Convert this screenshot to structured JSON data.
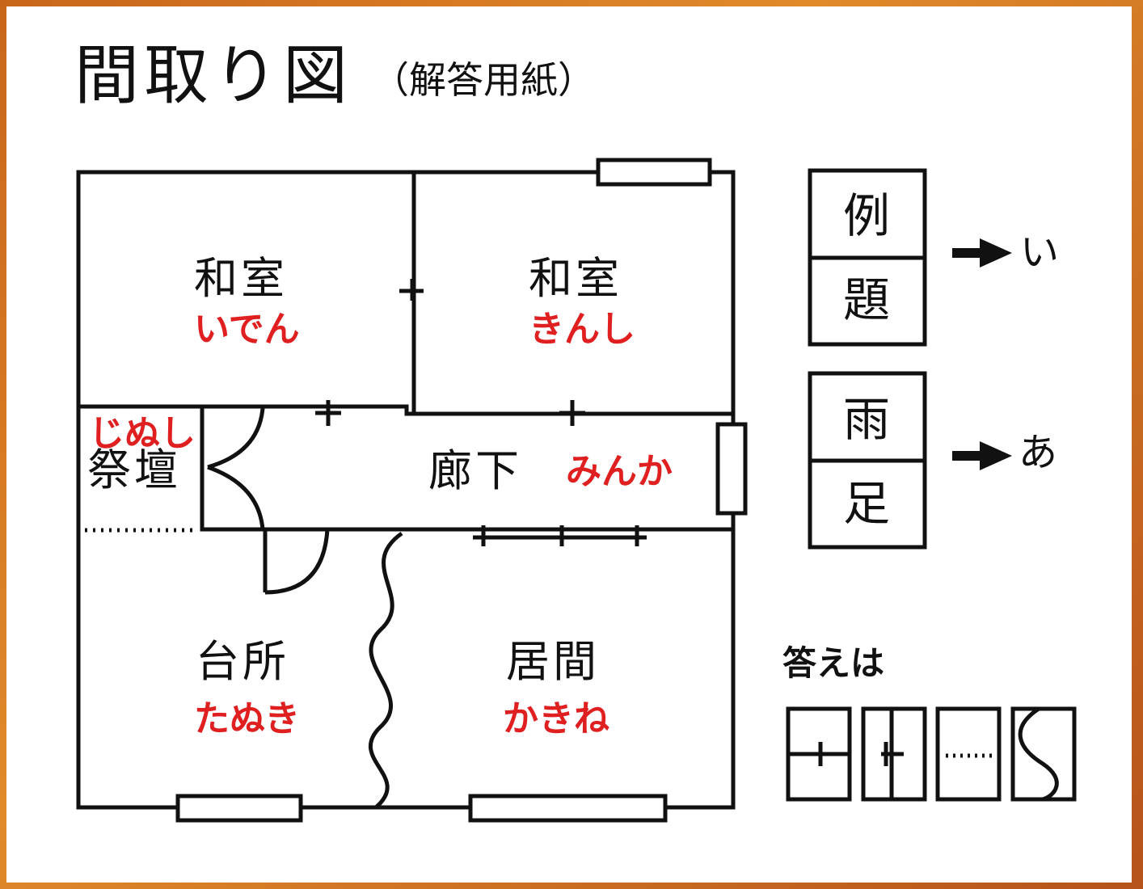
{
  "title": "間取り図",
  "subtitle": "（解答用紙）",
  "rooms": {
    "washitsu_left": {
      "name": "和室",
      "answer": "いでん"
    },
    "washitsu_right": {
      "name": "和室",
      "answer": "きんし"
    },
    "saidan": {
      "name": "祭壇",
      "answer": "じぬし"
    },
    "rouka": {
      "name": "廊下",
      "answer": "みんか"
    },
    "daidokoro": {
      "name": "台所",
      "answer": "たぬき"
    },
    "ima": {
      "name": "居間",
      "answer": "かきね"
    }
  },
  "legend": {
    "example1": {
      "top": "例",
      "bottom": "題",
      "result": "い"
    },
    "example2": {
      "top": "雨",
      "bottom": "足",
      "result": "あ"
    }
  },
  "answer": {
    "label": "答えは",
    "symbols": [
      "wall-with-door-mark",
      "double-door-mark",
      "dotted-line",
      "curvy-line"
    ]
  },
  "colors": {
    "answer_red": "#e02020",
    "line": "#111111",
    "frame": "#d0741f"
  }
}
